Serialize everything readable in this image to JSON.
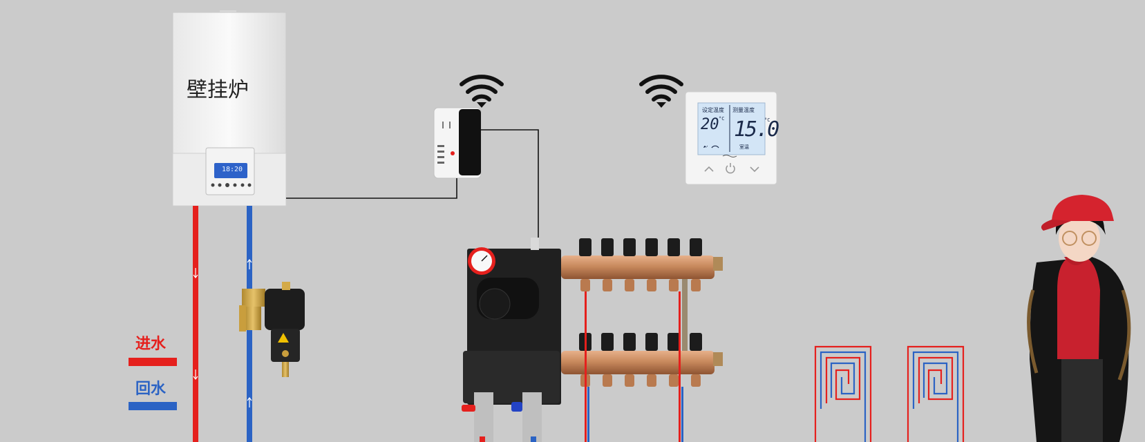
{
  "boiler": {
    "title": "壁挂炉",
    "display": "18:20"
  },
  "legend": {
    "inlet": "进水",
    "return": "回水"
  },
  "thermostat": {
    "set_label": "设定温度",
    "set_value": "20",
    "measure_label": "测量温度",
    "measure_value": "15.0",
    "unit": "°C",
    "room_label": "室温"
  },
  "colors": {
    "background": "#cbcbcb",
    "hot_pipe": "#e5201d",
    "cold_pipe": "#2b63c4",
    "copper": "#c98a5e",
    "device_white": "#f5f5f5",
    "lcd": "#d3e5f6"
  },
  "icons": [
    "wifi-icon",
    "wifi-icon",
    "power-icon",
    "up-arrow-icon",
    "down-arrow-icon",
    "pressure-gauge-icon",
    "flame-icon"
  ]
}
